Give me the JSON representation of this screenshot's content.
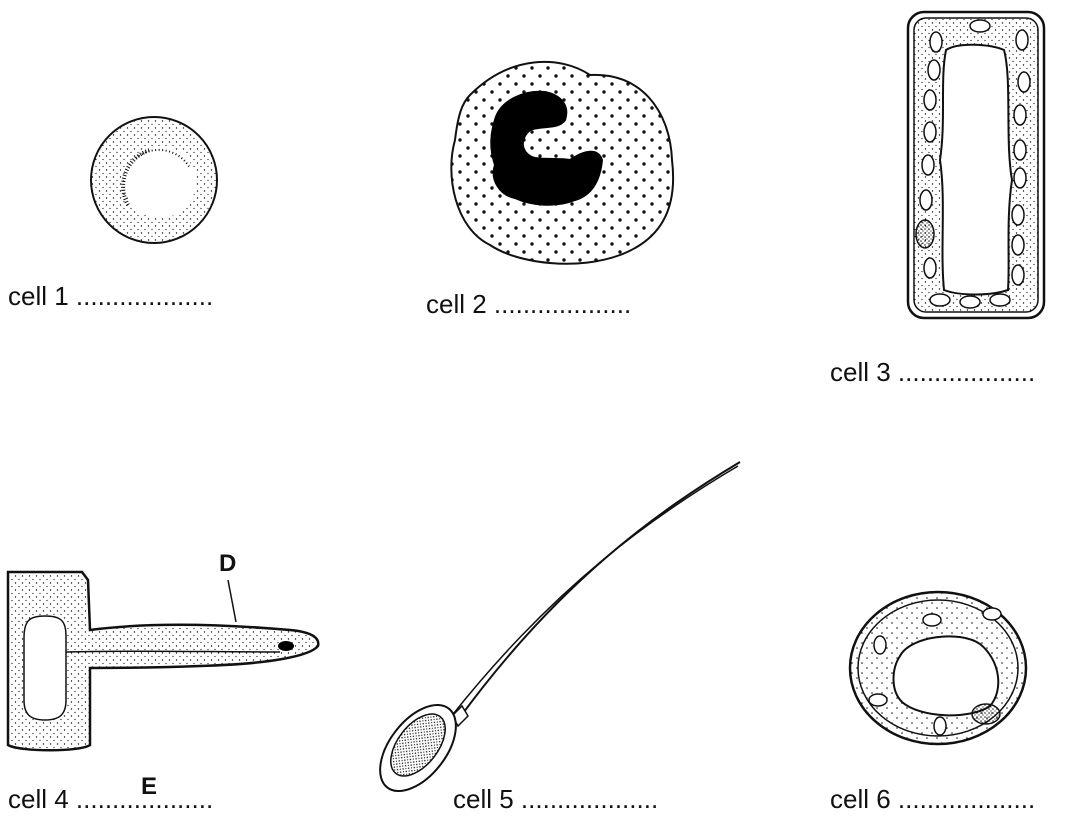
{
  "cells": [
    {
      "label": "cell 1 ..................."
    },
    {
      "label": "cell 2 ..................."
    },
    {
      "label": "cell 3 ..................."
    },
    {
      "label": "cell 4 ..................."
    },
    {
      "label": "cell 5 ..................."
    },
    {
      "label": "cell 6 ..................."
    }
  ],
  "markers": {
    "d": "D",
    "e": "E"
  },
  "colors": {
    "ink": "#111111",
    "paper": "#ffffff"
  }
}
